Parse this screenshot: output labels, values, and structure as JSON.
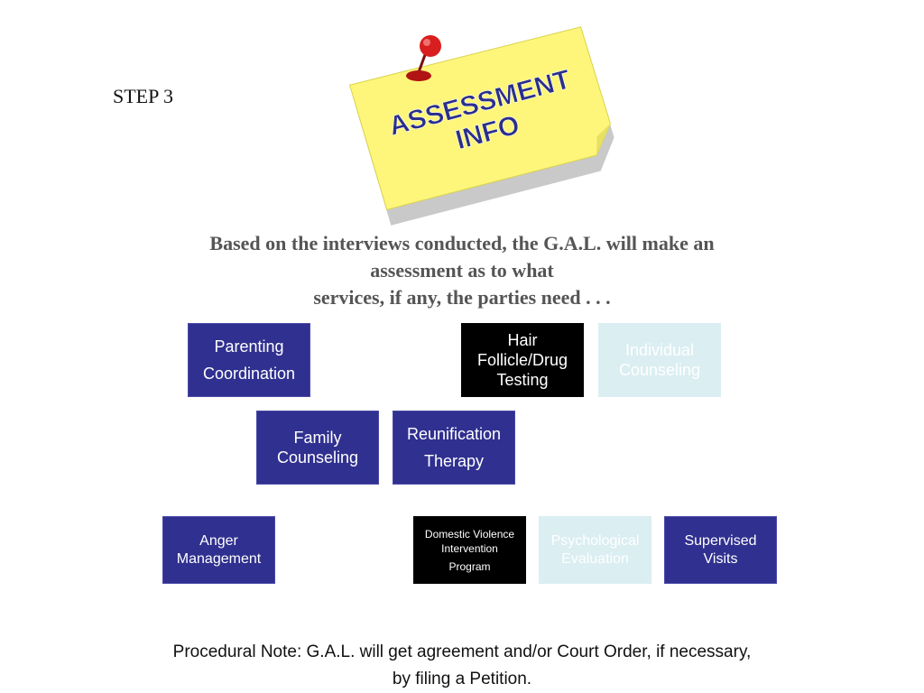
{
  "step_label": "STEP 3",
  "sticky_note": {
    "line1": "ASSESSMENT",
    "line2": "INFO",
    "paper_color": "#fdf67a",
    "text_color": "#2a2f8a",
    "pin_color": "#d81e1e",
    "icon": "pushpin-icon"
  },
  "headline": {
    "line1": "Based on the interviews conducted, the G.A.L. will make an",
    "line2": "assessment as to what",
    "line3": "services, if any, the parties need . . ."
  },
  "services": {
    "parenting": {
      "l1": "Parenting",
      "l2": "Coordination"
    },
    "hair": {
      "l1": "Hair",
      "l2": "Follicle/Drug",
      "l3": "Testing"
    },
    "individual": {
      "l1": "Individual",
      "l2": "Counseling"
    },
    "family": {
      "l1": "Family",
      "l2": "Counseling"
    },
    "reunification": {
      "l1": "Reunification",
      "l2": "Therapy"
    },
    "anger": {
      "l1": "Anger",
      "l2": "Management"
    },
    "domestic": {
      "l1": "Domestic Violence",
      "l2": "Intervention",
      "l3": "Program"
    },
    "psychological": {
      "l1": "Psychological",
      "l2": "Evaluation"
    },
    "supervised": {
      "l1": "Supervised",
      "l2": "Visits"
    }
  },
  "colors": {
    "box_blue": "#303090",
    "box_black": "#000000",
    "box_pale": "#dbeef2",
    "headline_gray": "#555555"
  },
  "footer": {
    "line1": "Procedural Note:  G.A.L. will get agreement and/or Court Order, if necessary,",
    "line2": "by filing a Petition."
  }
}
